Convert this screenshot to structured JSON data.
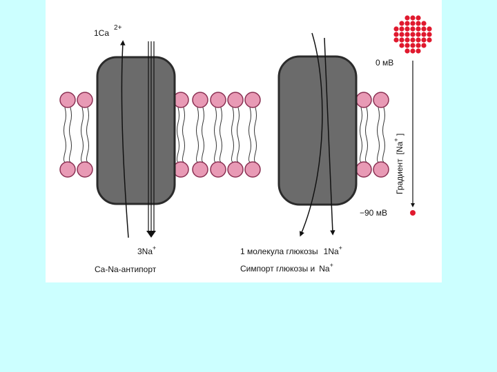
{
  "slide": {
    "background": "#ccffff"
  },
  "figure": {
    "ca_label": "1Ca",
    "ca_charge": "2+",
    "na3_label": "3Na",
    "na3_charge": "+",
    "antiport_caption": "Ca-Na-антипорт",
    "glucose_label": "1 молекула глюкозы",
    "glucose_na_label": "1Na",
    "glucose_na_charge": "+",
    "symport_caption": "Симпорт глюкозы и",
    "symport_na": "Na",
    "symport_na_charge": "+",
    "voltage_top": "0 мВ",
    "voltage_bottom": "−90 мВ",
    "gradient_word": "Градиент",
    "gradient_ion": "Na",
    "gradient_charge": "+",
    "colors": {
      "lipid_head": "#e89ab5",
      "lipid_outline": "#8a2f52",
      "protein": "#6b6b6b",
      "protein_outline": "#2b2b2b",
      "na_dots": "#e0192e"
    }
  }
}
